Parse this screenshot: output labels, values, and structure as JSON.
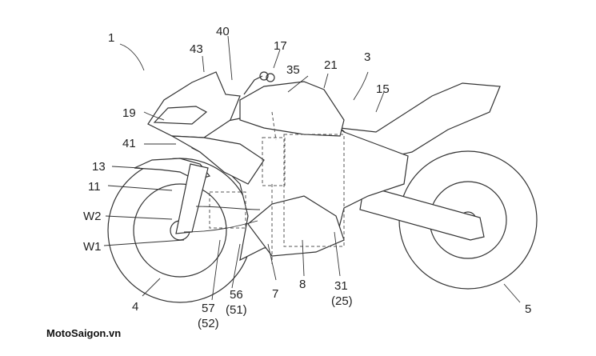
{
  "labels": {
    "l1": "1",
    "l3": "3",
    "l4": "4",
    "l5": "5",
    "l7": "7",
    "l8": "8",
    "l11": "11",
    "l13": "13",
    "l15": "15",
    "l17": "17",
    "l19": "19",
    "l21": "21",
    "l31": "31",
    "l25": "(25)",
    "l35": "35",
    "l40": "40",
    "l41": "41",
    "l43": "43",
    "l56": "56",
    "l51": "(51)",
    "l57": "57",
    "l52": "(52)",
    "lw1": "W1",
    "lw2": "W2"
  },
  "watermark": "MotoSaigon.vn"
}
